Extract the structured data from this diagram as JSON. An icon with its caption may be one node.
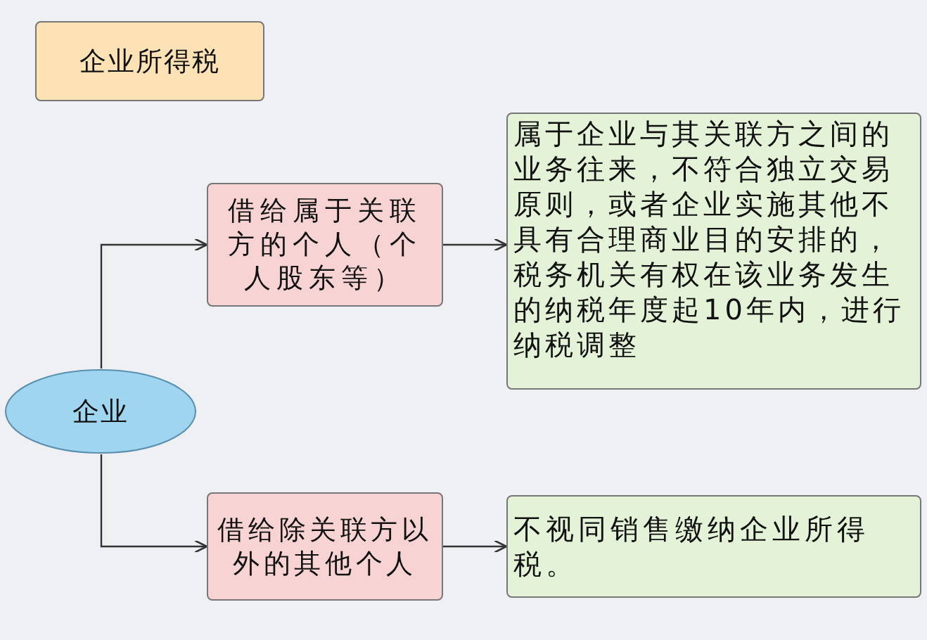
{
  "diagram": {
    "nodes": [
      {
        "text": [
          "企业所得税"
        ]
      },
      {
        "text": [
          "企业"
        ]
      },
      {
        "text": [
          "借给属于关联方的个人（个人股东等）"
        ]
      },
      {
        "text": [
          "属于企业与其关联方之间的业务往来，不符合独立交易原则，或者企业实施其他不具有合理商业目的安排的，税务机关有权在该业务发生的纳税年度起10年内，进行纳税调整"
        ]
      },
      {
        "text": [
          "借给除关联方以外的其他个人"
        ]
      },
      {
        "text": [
          "不视同销售缴纳企业所得税。"
        ]
      }
    ],
    "edges": [
      {
        "from": 1,
        "to": 2,
        "arrow": "to"
      },
      {
        "from": 2,
        "to": 3,
        "arrow": "to"
      },
      {
        "from": 1,
        "to": 4,
        "arrow": "to"
      },
      {
        "from": 4,
        "to": 5,
        "arrow": "to"
      }
    ]
  }
}
